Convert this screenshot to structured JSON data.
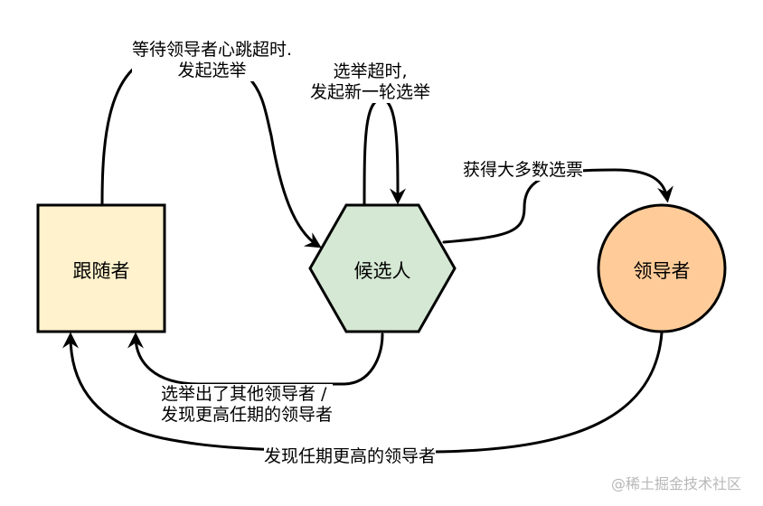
{
  "nodes": {
    "follower": {
      "label": "跟随者",
      "fill": "#fff2cc",
      "stroke": "#000000"
    },
    "candidate": {
      "label": "候选人",
      "fill": "#d5e8d4",
      "stroke": "#000000"
    },
    "leader": {
      "label": "领导者",
      "fill": "#ffcc99",
      "stroke": "#000000"
    }
  },
  "edges": {
    "follower_to_candidate": {
      "line1": "等待领导者心跳超时.",
      "line2": "发起选举"
    },
    "candidate_self_loop": {
      "line1": "选举超时,",
      "line2": "发起新一轮选举"
    },
    "candidate_to_leader": {
      "line1": "获得大多数选票"
    },
    "candidate_to_follower": {
      "line1": "选举出了其他领导者 /",
      "line2": "发现更高任期的领导者"
    },
    "leader_to_follower": {
      "line1": "发现任期更高的领导者"
    }
  },
  "watermark": "@稀土掘金技术社区"
}
